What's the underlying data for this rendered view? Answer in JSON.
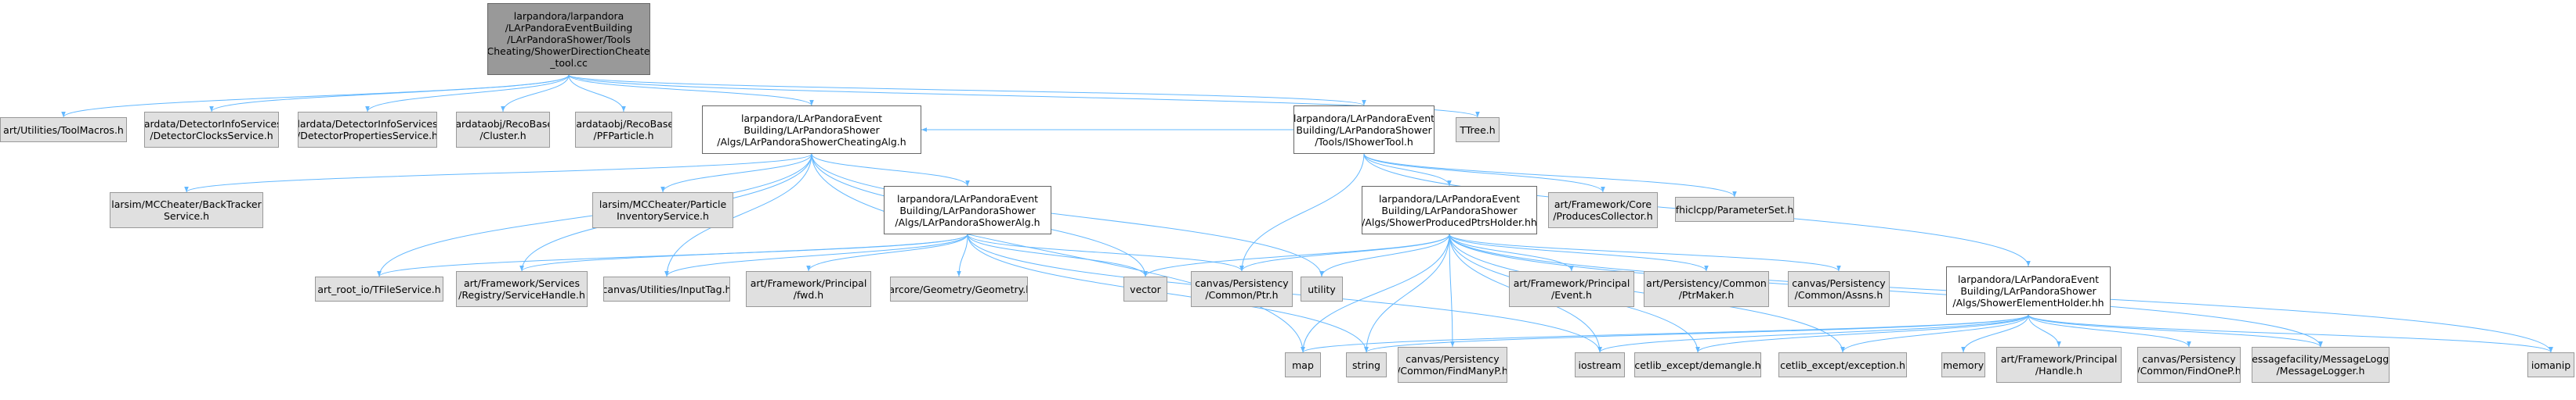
{
  "colors": {
    "edge": "#63b8ff",
    "external_fill": "#e0e0e0",
    "local_fill": "#ffffff",
    "root_fill": "#999999",
    "border": "#666666"
  },
  "nodes": {
    "root": {
      "label": "larpandora/larpandora\n/LArPandoraEventBuilding\n/LArPandoraShower/Tools\n/Cheating/ShowerDirectionCheater\n_tool.cc"
    },
    "toolmacros": {
      "label": "art/Utilities/ToolMacros.h"
    },
    "detclocks": {
      "label": "lardata/DetectorInfoServices\n/DetectorClocksService.h"
    },
    "detprops": {
      "label": "lardata/DetectorInfoServices\n/DetectorPropertiesService.h"
    },
    "cluster": {
      "label": "lardataobj/RecoBase\n/Cluster.h"
    },
    "pfparticle": {
      "label": "lardataobj/RecoBase\n/PFParticle.h"
    },
    "cheatingalg": {
      "label": "larpandora/LArPandoraEvent\nBuilding/LArPandoraShower\n/Algs/LArPandoraShowerCheatingAlg.h"
    },
    "ishowertool": {
      "label": "larpandora/LArPandoraEvent\nBuilding/LArPandoraShower\n/Tools/IShowerTool.h"
    },
    "ttree": {
      "label": "TTree.h"
    },
    "backtracker": {
      "label": "larsim/MCCheater/BackTracker\nService.h"
    },
    "particleinv": {
      "label": "larsim/MCCheater/Particle\nInventoryService.h"
    },
    "showeralg": {
      "label": "larpandora/LArPandoraEvent\nBuilding/LArPandoraShower\n/Algs/LArPandoraShowerAlg.h"
    },
    "producedptrs": {
      "label": "larpandora/LArPandoraEvent\nBuilding/LArPandoraShower\n/Algs/ShowerProducedPtrsHolder.hh"
    },
    "producescollector": {
      "label": "art/Framework/Core\n/ProducesCollector.h"
    },
    "parameterset": {
      "label": "fhiclcpp/ParameterSet.h"
    },
    "showerelement": {
      "label": "larpandora/LArPandoraEvent\nBuilding/LArPandoraShower\n/Algs/ShowerElementHolder.hh"
    },
    "tfileservice": {
      "label": "art_root_io/TFileService.h"
    },
    "servicehandle": {
      "label": "art/Framework/Services\n/Registry/ServiceHandle.h"
    },
    "inputtag": {
      "label": "canvas/Utilities/InputTag.h"
    },
    "fwd": {
      "label": "art/Framework/Principal\n/fwd.h"
    },
    "geometry": {
      "label": "larcore/Geometry/Geometry.h"
    },
    "vector": {
      "label": "vector"
    },
    "ptr": {
      "label": "canvas/Persistency\n/Common/Ptr.h"
    },
    "utility": {
      "label": "utility"
    },
    "event": {
      "label": "art/Framework/Principal\n/Event.h"
    },
    "ptrmaker": {
      "label": "art/Persistency/Common\n/PtrMaker.h"
    },
    "assns": {
      "label": "canvas/Persistency\n/Common/Assns.h"
    },
    "map": {
      "label": "map"
    },
    "string": {
      "label": "string"
    },
    "findmanyp": {
      "label": "canvas/Persistency\n/Common/FindManyP.h"
    },
    "iostream": {
      "label": "iostream"
    },
    "demangle": {
      "label": "cetlib_except/demangle.h"
    },
    "exception": {
      "label": "cetlib_except/exception.h"
    },
    "memory": {
      "label": "memory"
    },
    "handle": {
      "label": "art/Framework/Principal\n/Handle.h"
    },
    "findonep": {
      "label": "canvas/Persistency\n/Common/FindOneP.h"
    },
    "messagelogger": {
      "label": "messagefacility/MessageLogger\n/MessageLogger.h"
    },
    "iomanip": {
      "label": "iomanip"
    }
  },
  "edges": [
    [
      "root",
      "toolmacros"
    ],
    [
      "root",
      "detclocks"
    ],
    [
      "root",
      "detprops"
    ],
    [
      "root",
      "cluster"
    ],
    [
      "root",
      "pfparticle"
    ],
    [
      "root",
      "cheatingalg"
    ],
    [
      "root",
      "ishowertool"
    ],
    [
      "root",
      "ttree"
    ],
    [
      "cheatingalg",
      "backtracker"
    ],
    [
      "cheatingalg",
      "particleinv"
    ],
    [
      "cheatingalg",
      "showeralg"
    ],
    [
      "cheatingalg",
      "tfileservice"
    ],
    [
      "cheatingalg",
      "servicehandle"
    ],
    [
      "cheatingalg",
      "inputtag"
    ],
    [
      "cheatingalg",
      "vector"
    ],
    [
      "cheatingalg",
      "utility"
    ],
    [
      "cheatingalg",
      "map"
    ],
    [
      "ishowertool",
      "cheatingalg"
    ],
    [
      "ishowertool",
      "producedptrs"
    ],
    [
      "ishowertool",
      "producescollector"
    ],
    [
      "ishowertool",
      "parameterset"
    ],
    [
      "ishowertool",
      "showerelement"
    ],
    [
      "ishowertool",
      "ptr"
    ],
    [
      "showeralg",
      "tfileservice"
    ],
    [
      "showeralg",
      "servicehandle"
    ],
    [
      "showeralg",
      "inputtag"
    ],
    [
      "showeralg",
      "fwd"
    ],
    [
      "showeralg",
      "geometry"
    ],
    [
      "showeralg",
      "vector"
    ],
    [
      "showeralg",
      "ptr"
    ],
    [
      "showeralg",
      "string"
    ],
    [
      "showeralg",
      "iostream"
    ],
    [
      "producedptrs",
      "vector"
    ],
    [
      "producedptrs",
      "ptr"
    ],
    [
      "producedptrs",
      "utility"
    ],
    [
      "producedptrs",
      "event"
    ],
    [
      "producedptrs",
      "ptrmaker"
    ],
    [
      "producedptrs",
      "assns"
    ],
    [
      "producedptrs",
      "map"
    ],
    [
      "producedptrs",
      "string"
    ],
    [
      "producedptrs",
      "findmanyp"
    ],
    [
      "producedptrs",
      "iostream"
    ],
    [
      "producedptrs",
      "demangle"
    ],
    [
      "producedptrs",
      "exception"
    ],
    [
      "producedptrs",
      "messagelogger"
    ],
    [
      "producedptrs",
      "iomanip"
    ],
    [
      "showerelement",
      "map"
    ],
    [
      "showerelement",
      "string"
    ],
    [
      "showerelement",
      "iostream"
    ],
    [
      "showerelement",
      "demangle"
    ],
    [
      "showerelement",
      "exception"
    ],
    [
      "showerelement",
      "memory"
    ],
    [
      "showerelement",
      "handle"
    ],
    [
      "showerelement",
      "findonep"
    ],
    [
      "showerelement",
      "messagelogger"
    ],
    [
      "showerelement",
      "iomanip"
    ]
  ]
}
